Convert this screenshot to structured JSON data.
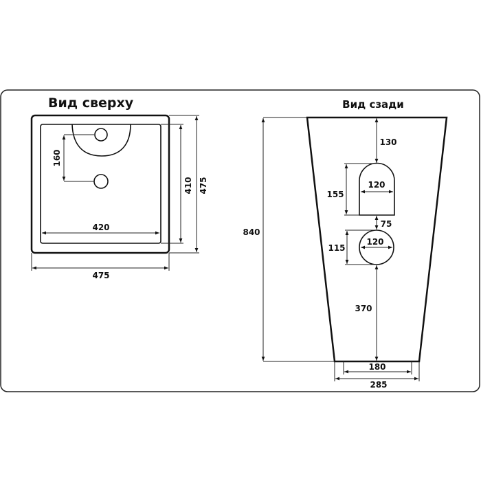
{
  "top_view": {
    "title": "Вид сверху",
    "dims": {
      "hole_spacing": "160",
      "inner_width": "420",
      "inner_depth": "410",
      "outer_depth": "475",
      "outer_width": "475"
    }
  },
  "back_view": {
    "title": "Вид сзади",
    "dims": {
      "height": "840",
      "top_to_opening": "130",
      "opening_height": "155",
      "opening_width": "120",
      "gap": "75",
      "hole_height": "115",
      "hole_width": "120",
      "hole_to_floor": "370",
      "base_inner": "180",
      "base_outer": "285"
    }
  }
}
